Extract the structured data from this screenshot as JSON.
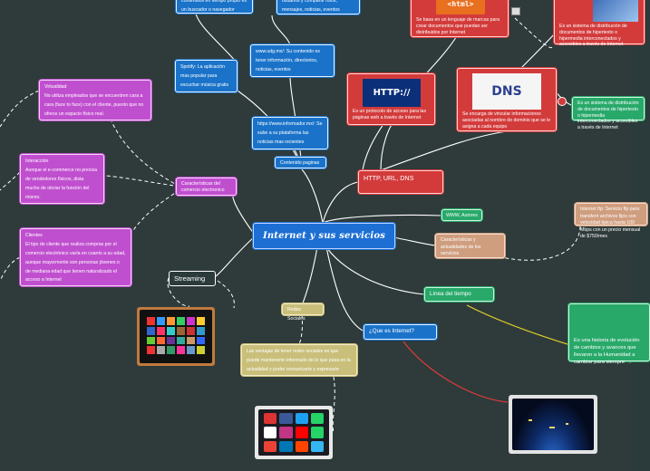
{
  "central": {
    "title": "Internet y sus servicios"
  },
  "nodes": {
    "search_engine": "contenidos en tiempo propio es un buscador o navegador",
    "social_msgs": "usuarios y compartir fotos, mensajes, noticias, eventos",
    "udg": "www.udg.mx/: Su contenido es tener información, directorios, noticias, eventos",
    "spotify": "Spotify: La aplicación mas popular para escuchar música gratis",
    "informador": "https://www.informador.mx/: Se sube a su plataforma las noticias mas recientes",
    "contenido_paginas": "Contenido paginas",
    "virtualidad_title": "Virtualidad",
    "virtualidad_body": "No utiliza empleados que se encuentren cara a cara (face to face) con el cliente, puesto que no ofrece un espacio físico real.",
    "caracteristicas_comercio": "Características del comercio electronico",
    "interaccion_title": "Interacción",
    "interaccion_body": "Aunque el e-commerce no precisa de vendedores físicos, dista mucho de obviar la función del mismo.",
    "clientes_title": "Clientes",
    "clientes_body": "El tipo de cliente que realiza compras por el comercio electrónico varía en cuanto a su edad, aunque mayormente son personas jóvenes o de mediana edad que tienen naturalizado el acceso a Internet",
    "streaming": "Streaming",
    "redes_sociales": "Redes Sociales",
    "ventajas_redes": "Las ventajas de tener redes sociales es que puede mantenerte informado de lo que pasa en la actualidad y poder comunicarte y expresarte",
    "que_es_internet": "¿Que es Internet?",
    "linea_tiempo": "Línea del tiempo",
    "historia": "Es una historia de evolución de cambios y avances que llevaron a la Humanidad a cambiar para siempre",
    "caracteristicas_servicios": "Características y actualidades de los servicios",
    "www_autores": "WWW, Autores",
    "internet_ftp": "Internet ftp: Servicio ftp para transferir archivos fijos con velocidad típica hasta 100 Mbps con un precio mensual de $750/mes",
    "http_url_dns": "HTTP, URL, DNS",
    "http_desc": "Es un protocolo de acceso para las páginas web a través de Internet",
    "html_desc": "Se basa en un lenguaje de marcas para crear documentos que puedan ser distribuidos por Internet",
    "dns_desc": "Se encarga de vincular informaciones asociadas al nombre de dominio que se le asigna a cada equipo",
    "www_desc1": "Es un sistema de distribución de documentos de hipertexto o hipermedia interconectados y accesibles a través de Internet",
    "www_desc2": "Es un sistema de distribución de documentos de hipertexto o hipermedia interconectados y accesibles a través de Internet"
  },
  "images": {
    "html_logo_text": "<html>",
    "http_logo_text": "HTTP://",
    "dns_logo_text": "DNS"
  },
  "colors": {
    "background": "#2f3b3b",
    "blue": "#1a73c9",
    "purple": "#c04fcf",
    "red": "#d33b3b",
    "tan": "#cf9e7f",
    "green": "#28a96a",
    "khaki": "#c9bf7b",
    "timeline_line": "#e4d22a",
    "history_line": "#e23a3a"
  }
}
